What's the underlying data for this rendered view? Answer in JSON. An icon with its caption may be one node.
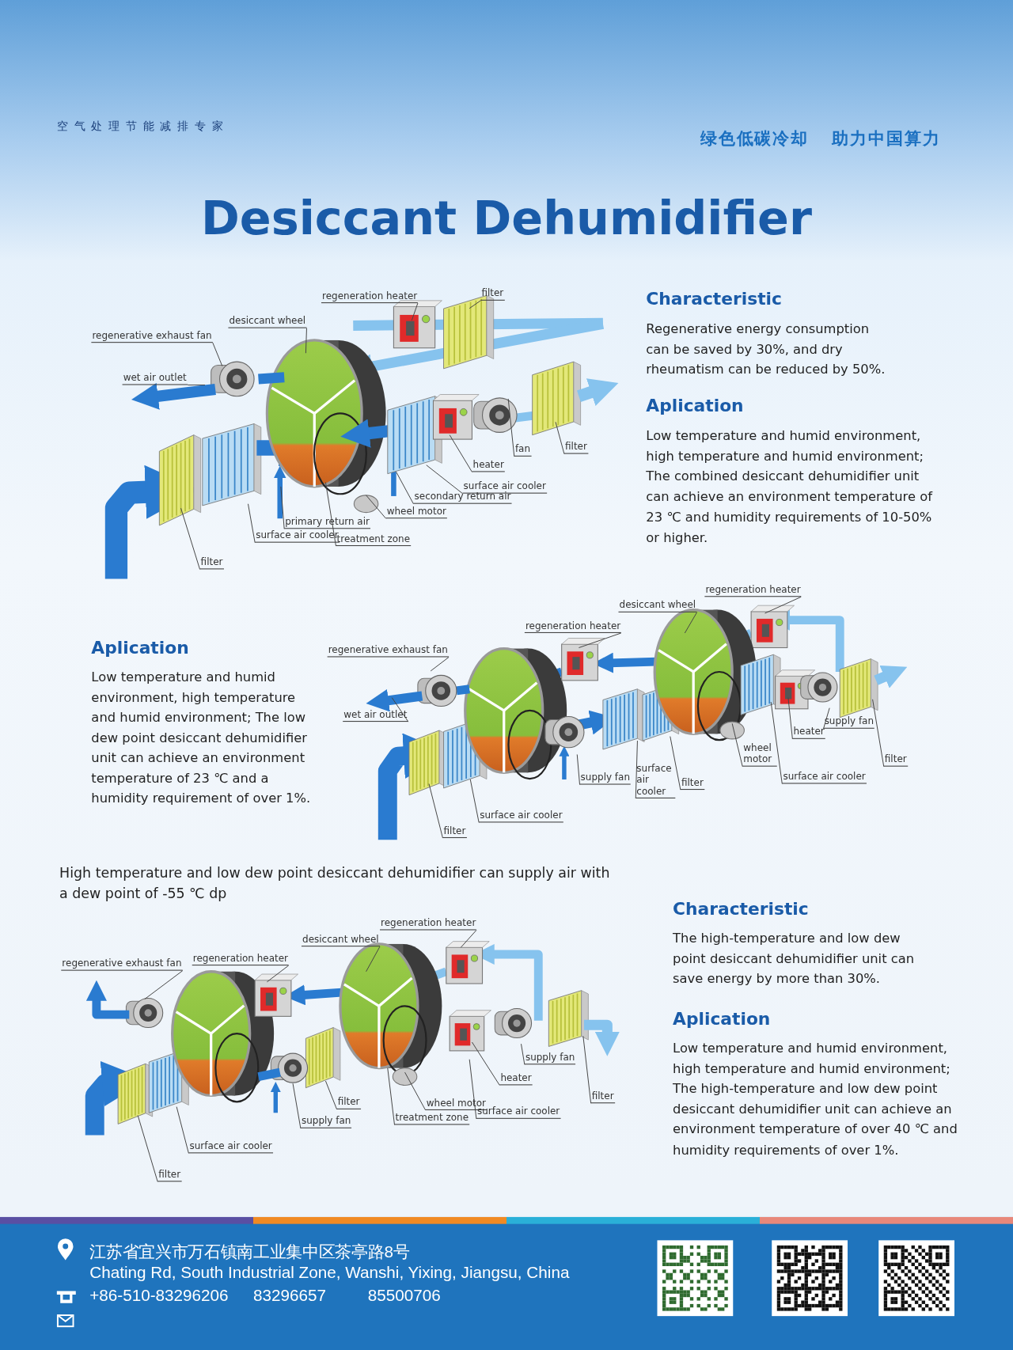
{
  "diagram": {
    "title": "Desiccant Dehumidifier",
    "nodes": [
      {
        "text": [
          "regeneration heater"
        ]
      },
      {
        "text": [
          "filter"
        ]
      },
      {
        "text": [
          "desiccant wheel"
        ]
      },
      {
        "text": [
          "regenerative exhaust fan"
        ]
      },
      {
        "text": [
          "wet air outlet"
        ]
      },
      {
        "text": [
          "fan"
        ]
      },
      {
        "text": [
          "filter"
        ]
      },
      {
        "text": [
          "heater"
        ]
      },
      {
        "text": [
          "surface air cooler"
        ]
      },
      {
        "text": [
          "secondary return air"
        ]
      },
      {
        "text": [
          "wheel motor"
        ]
      },
      {
        "text": [
          "primary return air"
        ]
      },
      {
        "text": [
          "surface air cooler"
        ]
      },
      {
        "text": [
          "treatment zone"
        ]
      },
      {
        "text": [
          "filter"
        ]
      },
      {
        "text": [
          "regeneration heater"
        ]
      },
      {
        "text": [
          "desiccant wheel"
        ]
      },
      {
        "text": [
          "regeneration heater"
        ]
      },
      {
        "text": [
          "regenerative exhaust fan"
        ]
      },
      {
        "text": [
          "wet air outlet"
        ]
      },
      {
        "text": [
          "supply fan"
        ]
      },
      {
        "text": [
          "heater"
        ]
      },
      {
        "text": [
          "wheel motor"
        ]
      },
      {
        "text": [
          "filter"
        ]
      },
      {
        "text": [
          "surface air cooler"
        ]
      },
      {
        "text": [
          "supply fan"
        ]
      },
      {
        "text": [
          "surface air cooler"
        ]
      },
      {
        "text": [
          "filter"
        ]
      },
      {
        "text": [
          "surface air cooler"
        ]
      },
      {
        "text": [
          "filter"
        ]
      },
      {
        "text": [
          "regeneration heater"
        ]
      },
      {
        "text": [
          "desiccant wheel"
        ]
      },
      {
        "text": [
          "regenerative exhaust fan"
        ]
      },
      {
        "text": [
          "regeneration heater"
        ]
      },
      {
        "text": [
          "supply fan"
        ]
      },
      {
        "text": [
          "heater"
        ]
      },
      {
        "text": [
          "filter"
        ]
      },
      {
        "text": [
          "wheel motor"
        ]
      },
      {
        "text": [
          "surface air cooler"
        ]
      },
      {
        "text": [
          "treatment zone"
        ]
      },
      {
        "text": [
          "filter"
        ]
      },
      {
        "text": [
          "supply fan"
        ]
      },
      {
        "text": [
          "surface air cooler"
        ]
      },
      {
        "text": [
          "filter"
        ]
      }
    ],
    "edges": [
      {
        "from": 0,
        "to": null,
        "arrow": "none"
      },
      {
        "from": 1,
        "to": null,
        "arrow": "none"
      },
      {
        "from": 2,
        "to": null,
        "arrow": "none"
      },
      {
        "from": 3,
        "to": null,
        "arrow": "none"
      },
      {
        "from": 4,
        "to": null,
        "arrow": "none"
      },
      {
        "from": 5,
        "to": null,
        "arrow": "none"
      },
      {
        "from": 6,
        "to": null,
        "arrow": "none"
      },
      {
        "from": 7,
        "to": null,
        "arrow": "none"
      },
      {
        "from": 8,
        "to": null,
        "arrow": "none"
      },
      {
        "from": 9,
        "to": null,
        "arrow": "none"
      },
      {
        "from": 10,
        "to": null,
        "arrow": "none"
      },
      {
        "from": 11,
        "to": null,
        "arrow": "none"
      },
      {
        "from": 12,
        "to": null,
        "arrow": "none"
      },
      {
        "from": 13,
        "to": null,
        "arrow": "none"
      },
      {
        "from": 14,
        "to": null,
        "arrow": "none"
      },
      {
        "from": 15,
        "to": null,
        "arrow": "none"
      },
      {
        "from": 16,
        "to": null,
        "arrow": "none"
      },
      {
        "from": 17,
        "to": null,
        "arrow": "none"
      },
      {
        "from": 18,
        "to": null,
        "arrow": "none"
      },
      {
        "from": 19,
        "to": null,
        "arrow": "none"
      },
      {
        "from": 20,
        "to": null,
        "arrow": "none"
      },
      {
        "from": 21,
        "to": null,
        "arrow": "none"
      },
      {
        "from": 22,
        "to": null,
        "arrow": "none"
      },
      {
        "from": 23,
        "to": null,
        "arrow": "none"
      },
      {
        "from": 24,
        "to": null,
        "arrow": "none"
      },
      {
        "from": 25,
        "to": null,
        "arrow": "none"
      },
      {
        "from": 26,
        "to": null,
        "arrow": "none"
      },
      {
        "from": 27,
        "to": null,
        "arrow": "none"
      },
      {
        "from": 28,
        "to": null,
        "arrow": "none"
      },
      {
        "from": 29,
        "to": null,
        "arrow": "none"
      },
      {
        "from": 30,
        "to": null,
        "arrow": "none"
      },
      {
        "from": 31,
        "to": null,
        "arrow": "none"
      },
      {
        "from": 32,
        "to": null,
        "arrow": "none"
      },
      {
        "from": 33,
        "to": null,
        "arrow": "none"
      },
      {
        "from": 34,
        "to": null,
        "arrow": "none"
      },
      {
        "from": 35,
        "to": null,
        "arrow": "none"
      },
      {
        "from": 36,
        "to": null,
        "arrow": "none"
      },
      {
        "from": 37,
        "to": null,
        "arrow": "none"
      },
      {
        "from": 38,
        "to": null,
        "arrow": "none"
      },
      {
        "from": 39,
        "to": null,
        "arrow": "none"
      },
      {
        "from": 40,
        "to": null,
        "arrow": "none"
      },
      {
        "from": 41,
        "to": null,
        "arrow": "none"
      },
      {
        "from": 42,
        "to": null,
        "arrow": "none"
      },
      {
        "from": 43,
        "to": null,
        "arrow": "none"
      }
    ],
    "labels": [
      "空气处理节能减排专家",
      "绿色低碳冷却",
      "助力中国算力",
      "Characteristic",
      "Regenerative energy consumption can be saved by 30%, and dry rheumatism can be reduced by 50%.",
      "Aplication",
      "Low temperature and humid environment, high temperature and humid environment; The combined desiccant dehumidifier unit can achieve an environment temperature of 23 ℃ and humidity requirements of 10-50% or higher.",
      "Aplication",
      "Low temperature and humid environment, high temperature and humid environment; The low dew point desiccant dehumidifier unit can achieve an environment temperature of 23 ℃ and a humidity requirement of over 1%.",
      "High temperature and low dew point desiccant dehumidifier can supply air with a dew point of -55 ℃ dp",
      "Characteristic",
      "The high-temperature and low dew point desiccant dehumidifier unit can save energy by more than 30%.",
      "Aplication",
      "Low temperature and humid environment, high temperature and humid environment; The high-temperature and low dew point desiccant dehumidifier unit can achieve an environment temperature of over 40 ℃ and humidity requirements of over 1%.",
      "江苏省宜兴市万石镇南工业集中区茶亭路8号",
      "Chating Rd, South Industrial Zone, Wanshi, Yixing, Jiangsu, China",
      "+86-510-83296206",
      "83296657",
      "85500706"
    ]
  }
}
